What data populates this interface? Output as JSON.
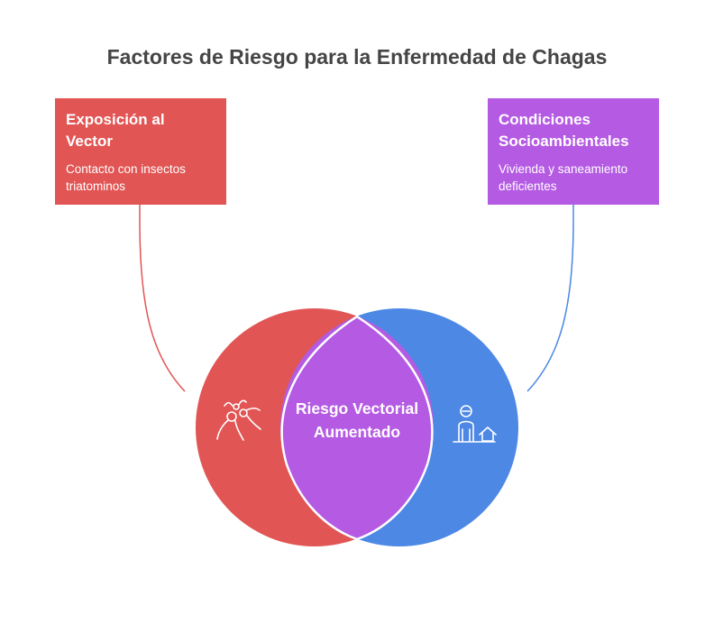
{
  "title": "Factores de Riesgo para la Enfermedad de Chagas",
  "left_box": {
    "title": "Exposición al Vector",
    "description": "Contacto con insectos triatominos",
    "color": "#e15554",
    "icon": "insect-icon"
  },
  "right_box": {
    "title": "Condiciones Socioambientales",
    "description": "Vivienda y saneamiento deficientes",
    "color": "#b45ae3",
    "icon": "person-house-icon"
  },
  "intersection": {
    "label": "Riesgo Vectorial Aumentado",
    "color": "#b45ae3"
  },
  "circles": {
    "left_color": "#e15554",
    "right_color": "#4d88e5"
  }
}
